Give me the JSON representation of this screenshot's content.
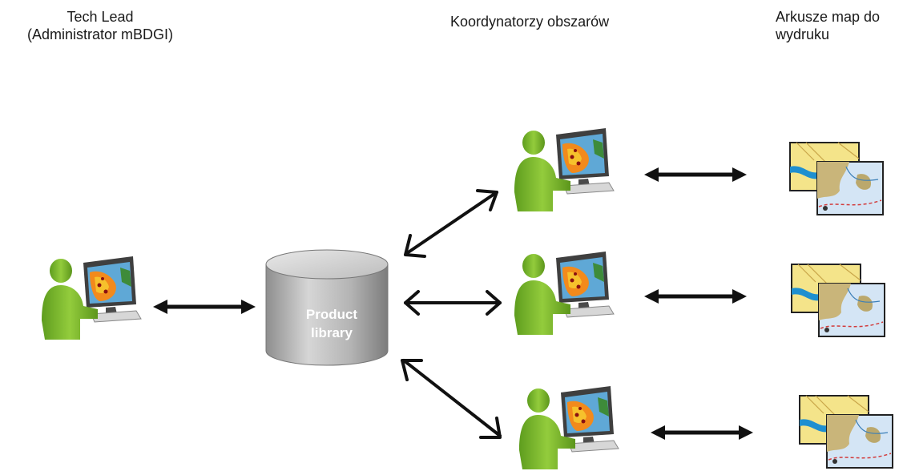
{
  "header": {
    "tech_lead_line1": "Tech Lead",
    "tech_lead_line2": "(Administrator mBDGI)",
    "coordinators": "Koordynatorzy obszarów",
    "sheets_line1": "Arkusze map do",
    "sheets_line2": "wydruku"
  },
  "database": {
    "line1": "Product",
    "line2": "library"
  },
  "colors": {
    "person_green": "#7dba2f",
    "database_gray": "#a9a9a9",
    "arrow": "#111111",
    "map_water": "#1e8fd0",
    "map_land": "#f4e48a"
  },
  "icons": {
    "user": "user-workstation-icon",
    "database": "database-icon",
    "map": "map-sheet-icon"
  }
}
